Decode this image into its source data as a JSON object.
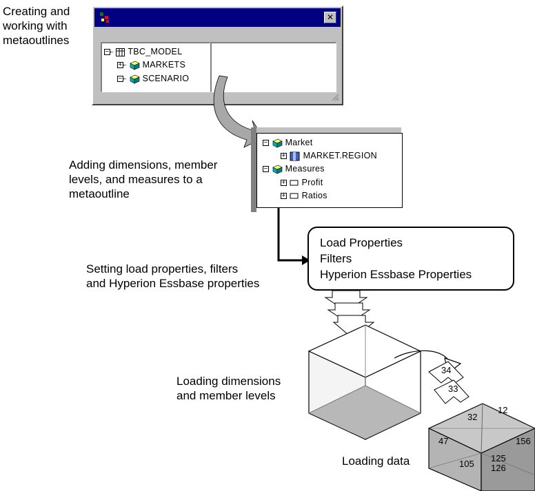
{
  "labels": {
    "creating": [
      "Creating and",
      "working with",
      "metaoutlines"
    ],
    "adding": [
      "Adding dimensions, member",
      "levels, and measures to a",
      "metaoutline"
    ],
    "setting": [
      "Setting load properties, filters",
      "and Hyperion Essbase properties"
    ],
    "loading_dims": [
      "Loading dimensions",
      "and member levels"
    ],
    "loading_data": "Loading data"
  },
  "window": {
    "close_glyph": "✕",
    "tree": [
      "TBC_MODEL",
      "MARKETS",
      "SCENARIO"
    ]
  },
  "outline": {
    "items": [
      "Market",
      "MARKET.REGION",
      "Measures",
      "Profit",
      "Ratios"
    ]
  },
  "properties_box": [
    "Load Properties",
    "Filters",
    "Hyperion Essbase Properties"
  ],
  "cube_values": {
    "flying": [
      "34",
      "33"
    ],
    "faces": [
      "32",
      "12",
      "47",
      "156",
      "105",
      "125",
      "126"
    ]
  },
  "colors": {
    "titlebar": "#000080",
    "dialog": "#c0c0c0",
    "cube_dark": "#9a9a9a",
    "cube_mid": "#b4b4b4",
    "cube_light": "#c8c8c8"
  }
}
